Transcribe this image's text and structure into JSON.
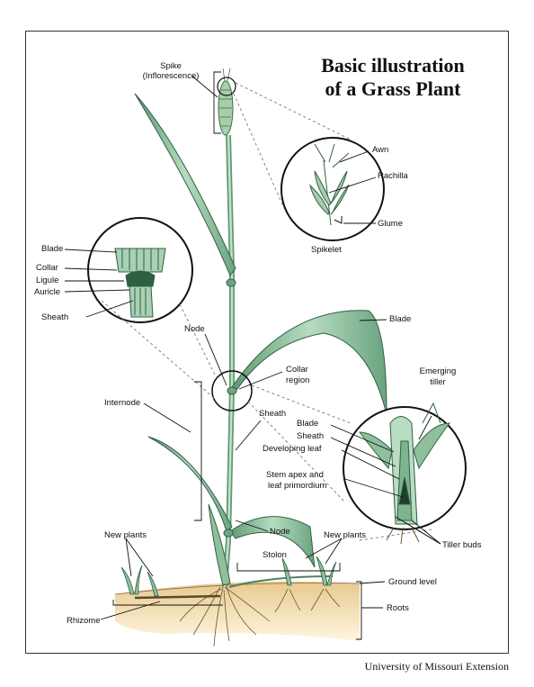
{
  "title": {
    "line1": "Basic illustration",
    "line2": "of a Grass Plant"
  },
  "credit": "University of Missouri Extension",
  "labels": {
    "spike": "Spike",
    "inflorescence": "(Inflorescence)",
    "awn": "Awn",
    "rachilla": "Rachilla",
    "glume": "Glume",
    "spikelet": "Spikelet",
    "detail_blade": "Blade",
    "collar": "Collar",
    "ligule": "Ligule",
    "auricle": "Auricle",
    "detail_sheath": "Sheath",
    "node_top": "Node",
    "leaf_blade": "Blade",
    "collar_region_1": "Collar",
    "collar_region_2": "region",
    "internode": "Internode",
    "stem_sheath": "Sheath",
    "emerging_tiller_1": "Emerging",
    "emerging_tiller_2": "tiller",
    "tiller_blade": "Blade",
    "tiller_sheath": "Sheath",
    "developing_leaf": "Developing leaf",
    "stem_apex_1": "Stem apex and",
    "stem_apex_2": "leaf primordium",
    "tiller_buds": "Tiller buds",
    "node_bottom": "Node",
    "new_plants_left": "New plants",
    "new_plants_right": "New plants",
    "stolon": "Stolon",
    "ground_level": "Ground level",
    "roots": "Roots",
    "rhizome": "Rhizome"
  },
  "colors": {
    "leaf": "#8fbf9b",
    "leaf_dark": "#3f7a57",
    "stem": "#a9cfb2",
    "soil": "#e8cf9a",
    "soil_dark": "#b88f5a",
    "ink": "#222222"
  }
}
